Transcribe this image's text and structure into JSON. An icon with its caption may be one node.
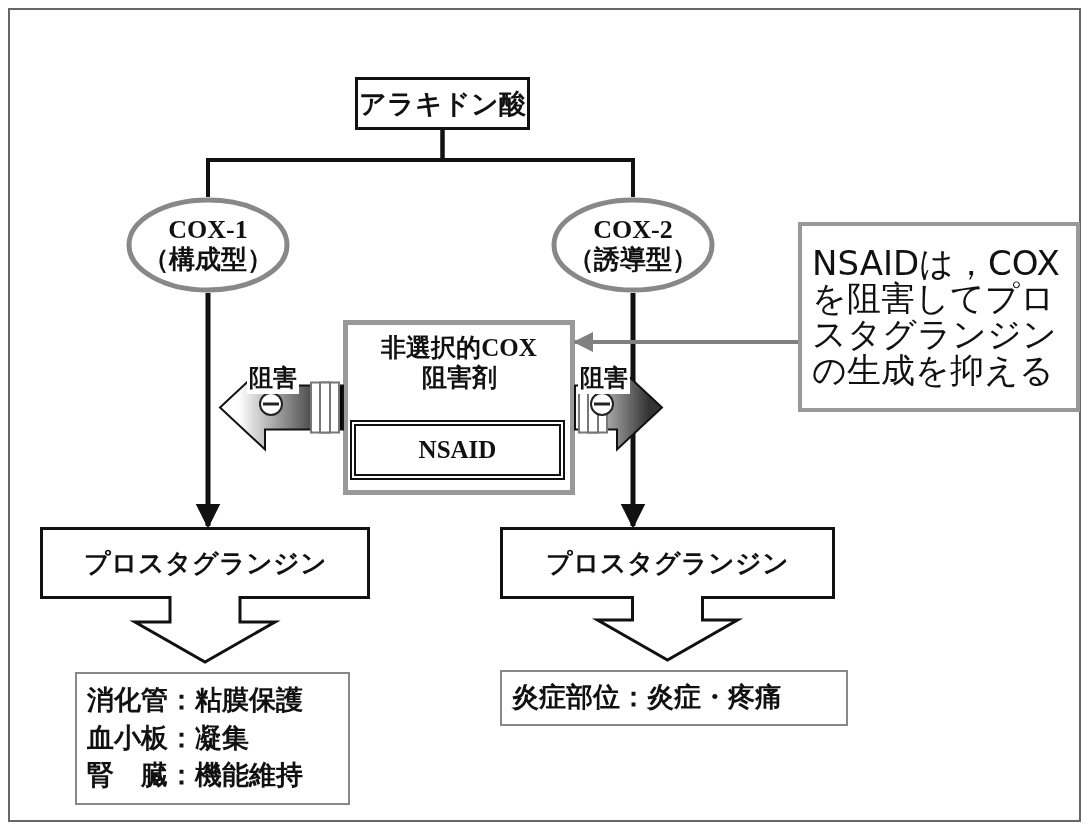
{
  "diagram": {
    "nodes": [
      {
        "text": [
          "アラキドン酸"
        ]
      },
      {
        "text": [
          "COX-1",
          "（構成型）"
        ]
      },
      {
        "text": [
          "COX-2",
          "（誘導型）"
        ]
      },
      {
        "text": [
          "非選択的COX阻害剤"
        ]
      },
      {
        "text": [
          "NSAID"
        ],
        "in": 3
      },
      {
        "text": [
          "NSAIDは，COXを阻害してプロスタグランジンの生成を抑える"
        ]
      },
      {
        "text": [
          "プロスタグランジン"
        ]
      },
      {
        "text": [
          "プロスタグランジン"
        ]
      },
      {
        "text": [
          "消化管：粘膜保護",
          "血小板：凝集",
          "腎　臓：機能維持"
        ]
      },
      {
        "text": [
          "炎症部位：炎症・疼痛"
        ]
      }
    ],
    "edges": [
      {
        "from": 0,
        "to": 1,
        "arrow": "none"
      },
      {
        "from": 0,
        "to": 2,
        "arrow": "none"
      },
      {
        "from": 1,
        "to": 6,
        "arrow": "to"
      },
      {
        "from": 2,
        "to": 7,
        "arrow": "to"
      },
      {
        "from": 6,
        "to": 8,
        "arrow": "to",
        "style": "thick"
      },
      {
        "from": 7,
        "to": 9,
        "arrow": "to",
        "style": "thick"
      },
      {
        "from": 5,
        "to": 3,
        "arrow": "to",
        "color": "#808080"
      },
      {
        "from": 3,
        "to": null,
        "arrow": "to",
        "style": "thick",
        "label": "阻害"
      },
      {
        "from": 3,
        "to": null,
        "arrow": "to",
        "style": "thick",
        "label": "阻害"
      }
    ]
  }
}
